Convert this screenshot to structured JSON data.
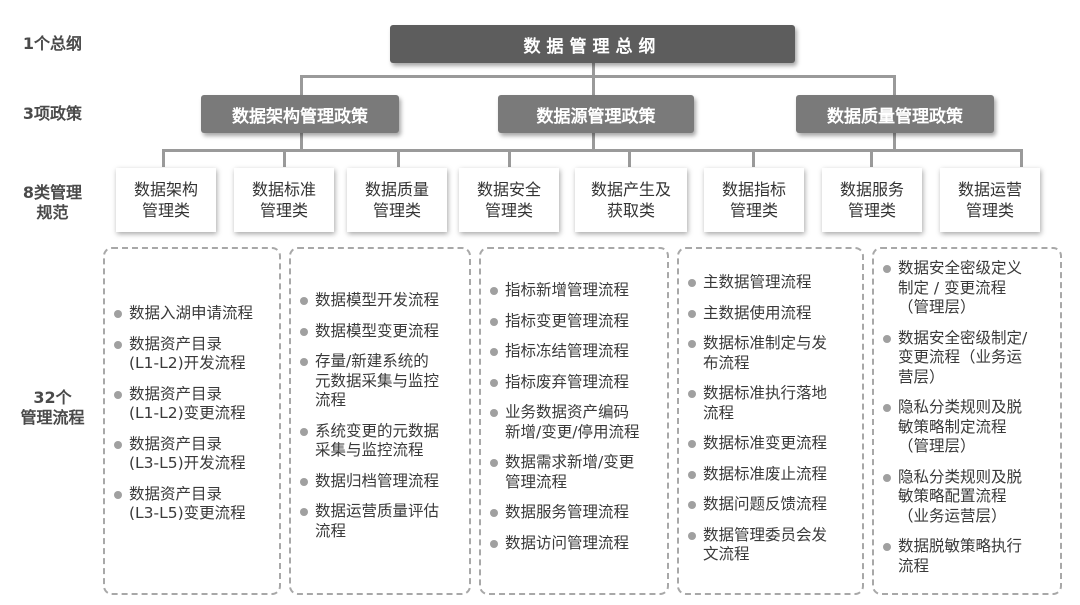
{
  "row_labels": {
    "general": "1个总纲",
    "policies": "3项政策",
    "norms": "8类管理\n规范",
    "processes": "32个\n管理流程"
  },
  "top": {
    "label": "数据管理总纲"
  },
  "policies": [
    {
      "label": "数据架构管理政策"
    },
    {
      "label": "数据源管理政策"
    },
    {
      "label": "数据质量管理政策"
    }
  ],
  "categories": [
    {
      "label": "数据架构\n管理类"
    },
    {
      "label": "数据标准\n管理类"
    },
    {
      "label": "数据质量\n管理类"
    },
    {
      "label": "数据安全\n管理类"
    },
    {
      "label": "数据产生及\n获取类"
    },
    {
      "label": "数据指标\n管理类"
    },
    {
      "label": "数据服务\n管理类"
    },
    {
      "label": "数据运营\n管理类"
    }
  ],
  "groups": [
    {
      "items": [
        "数据入湖申请流程",
        "数据资产目录\n(L1-L2)开发流程",
        "数据资产目录\n(L1-L2)变更流程",
        "数据资产目录\n(L3-L5)开发流程",
        "数据资产目录\n(L3-L5)变更流程"
      ]
    },
    {
      "items": [
        "数据模型开发流程",
        "数据模型变更流程",
        "存量/新建系统的\n元数据采集与监控\n流程",
        "系统变更的元数据\n采集与监控流程",
        "数据归档管理流程",
        "数据运营质量评估\n流程"
      ]
    },
    {
      "items": [
        "指标新增管理流程",
        "指标变更管理流程",
        "指标冻结管理流程",
        "指标废弃管理流程",
        "业务数据资产编码\n新增/变更/停用流程",
        "数据需求新增/变更\n管理流程",
        "数据服务管理流程",
        "数据访问管理流程"
      ]
    },
    {
      "items": [
        "主数据管理流程",
        "主数据使用流程",
        "数据标准制定与发\n布流程",
        "数据标准执行落地\n流程",
        "数据标准变更流程",
        "数据标准废止流程",
        "数据问题反馈流程",
        "数据管理委员会发\n文流程"
      ]
    },
    {
      "items": [
        "数据安全密级定义\n制定 / 变更流程\n（管理层）",
        "数据安全密级制定/\n变更流程（业务运\n营层）",
        "隐私分类规则及脱\n敏策略制定流程\n（管理层）",
        "隐私分类规则及脱\n敏策略配置流程\n（业务运营层）",
        "数据脱敏策略执行\n流程"
      ]
    }
  ]
}
